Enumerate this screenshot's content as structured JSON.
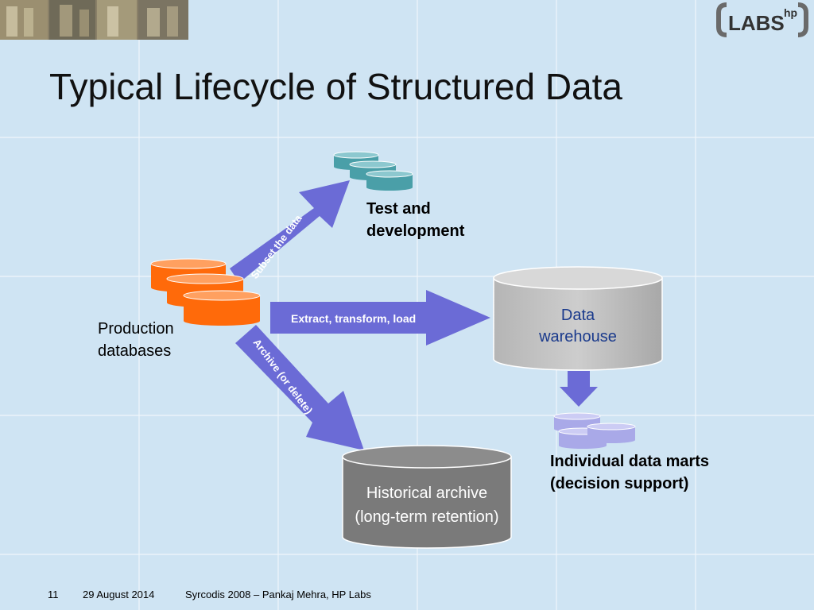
{
  "slide": {
    "title": "Typical Lifecycle of Structured Data",
    "logo": {
      "text": "LABS",
      "superscript": "hp"
    }
  },
  "diagram": {
    "nodes": {
      "production": {
        "line1": "Production",
        "line2": "databases"
      },
      "test": {
        "line1": "Test and",
        "line2": "development"
      },
      "warehouse": {
        "line1": "Data",
        "line2": "warehouse"
      },
      "archive": {
        "line1": "Historical archive",
        "line2": "(long-term retention)"
      },
      "marts": {
        "line1": "Individual data marts",
        "line2": "(decision support)"
      }
    },
    "edges": {
      "subset": "Subset the data",
      "etl": "Extract, transform, load",
      "archive": "Archive (or delete)"
    }
  },
  "footer": {
    "page": "11",
    "date": "29 August 2014",
    "credit": "Syrcodis 2008 – Pankaj Mehra, HP Labs"
  },
  "colors": {
    "arrow": "#6b6bd6",
    "production_db": "#ff6a0a",
    "test_db": "#4a9fa8",
    "warehouse": "#c0c0c0",
    "archive": "#7a7a7a",
    "mart_db": "#a9a9e8"
  }
}
